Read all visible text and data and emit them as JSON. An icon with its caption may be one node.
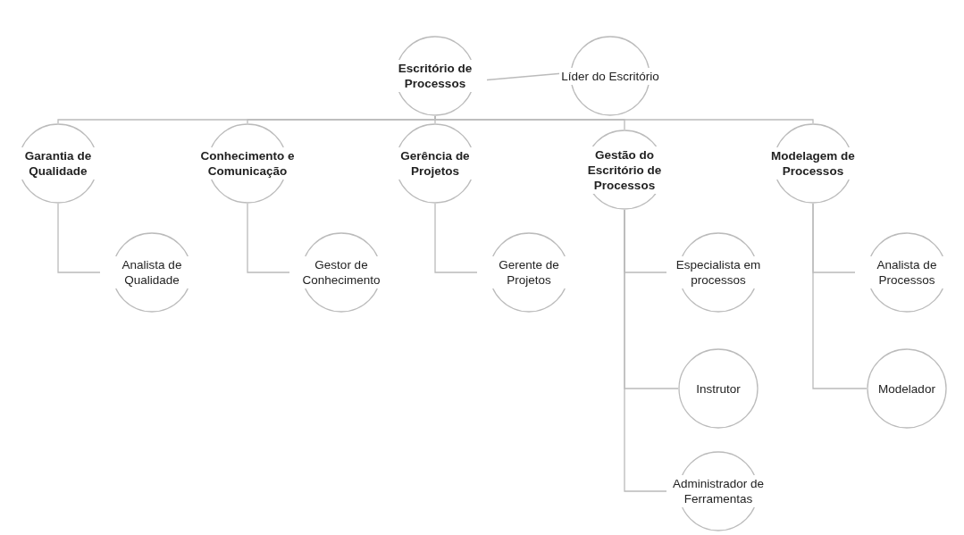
{
  "diagram": {
    "nodes": [
      {
        "text": [
          "Escritório de Processos"
        ]
      },
      {
        "text": [
          "Líder do Escritório"
        ]
      },
      {
        "text": [
          "Garantia de Qualidade"
        ]
      },
      {
        "text": [
          "Conhecimento e Comunicação"
        ]
      },
      {
        "text": [
          "Gerência de Projetos"
        ]
      },
      {
        "text": [
          "Gestão do Escritório de Processos"
        ]
      },
      {
        "text": [
          "Modelagem de Processos"
        ]
      },
      {
        "text": [
          "Analista de Qualidade"
        ]
      },
      {
        "text": [
          "Gestor de Conhecimento"
        ]
      },
      {
        "text": [
          "Gerente de Projetos"
        ]
      },
      {
        "text": [
          "Especialista em processos"
        ]
      },
      {
        "text": [
          "Instrutor"
        ]
      },
      {
        "text": [
          "Administrador de Ferramentas"
        ]
      },
      {
        "text": [
          "Analista de Processos"
        ]
      },
      {
        "text": [
          "Modelador"
        ]
      }
    ],
    "edges": [
      {
        "from": 0,
        "to": 1,
        "arrow": "none"
      },
      {
        "from": 0,
        "to": 2,
        "arrow": "none"
      },
      {
        "from": 0,
        "to": 3,
        "arrow": "none"
      },
      {
        "from": 0,
        "to": 4,
        "arrow": "none"
      },
      {
        "from": 0,
        "to": 5,
        "arrow": "none"
      },
      {
        "from": 0,
        "to": 6,
        "arrow": "none"
      },
      {
        "from": 2,
        "to": 7,
        "arrow": "none"
      },
      {
        "from": 3,
        "to": 8,
        "arrow": "none"
      },
      {
        "from": 4,
        "to": 9,
        "arrow": "none"
      },
      {
        "from": 5,
        "to": 10,
        "arrow": "none"
      },
      {
        "from": 5,
        "to": 11,
        "arrow": "none"
      },
      {
        "from": 5,
        "to": 12,
        "arrow": "none"
      },
      {
        "from": 6,
        "to": 13,
        "arrow": "none"
      },
      {
        "from": 6,
        "to": 14,
        "arrow": "none"
      }
    ]
  }
}
